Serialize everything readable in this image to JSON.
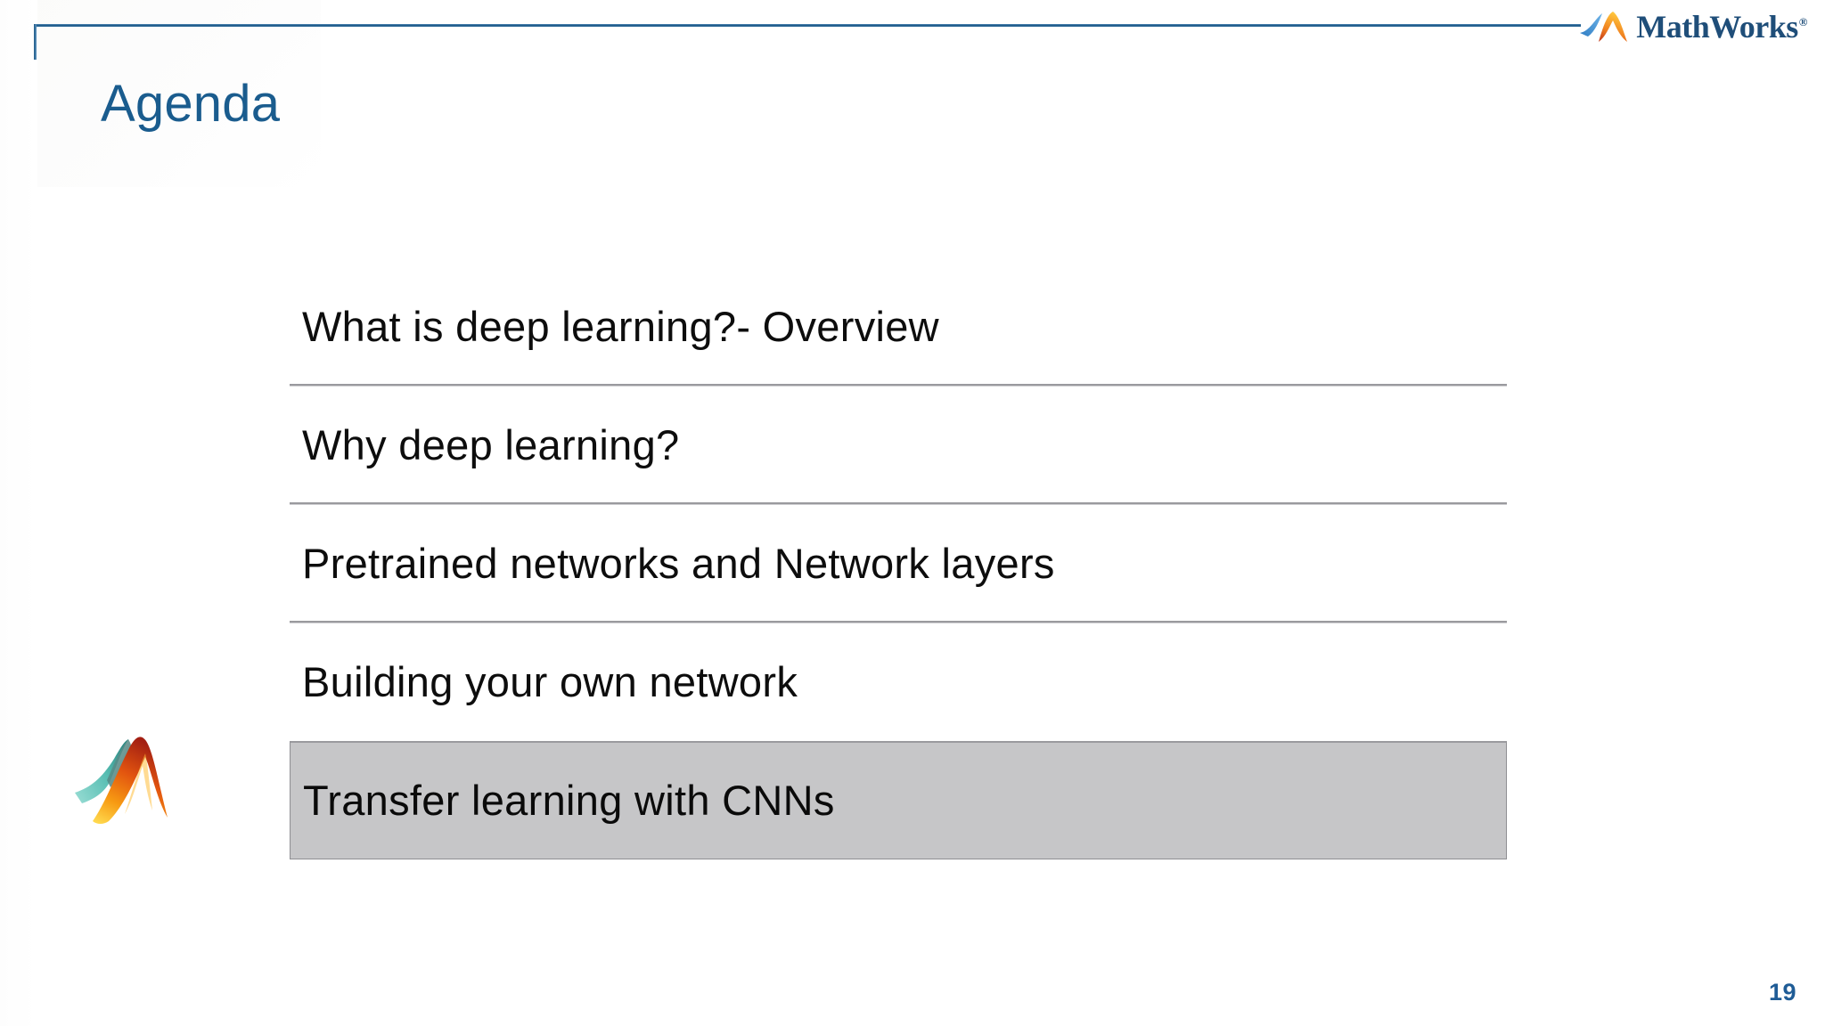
{
  "slide": {
    "title": "Agenda",
    "page_number": "19",
    "title_color": "#1a5c8e",
    "accent_rule_color": "#1d5886",
    "highlight_background": "#c6c6c8",
    "page_number_color": "#1f5c96"
  },
  "brand": {
    "logo_name": "mathworks-logo",
    "wordmark": "MathWorks",
    "registered_mark": "®",
    "membrane_icon": "matlab-membrane-icon",
    "membrane_colors": {
      "teal": "#4ec3b8",
      "orange": "#f07e26",
      "red": "#b52a1c",
      "yellow": "#ffd24a"
    }
  },
  "agenda": {
    "items": [
      {
        "label": "What is deep learning?- Overview",
        "current": false
      },
      {
        "label": "Why deep learning?",
        "current": false
      },
      {
        "label": "Pretrained networks and Network layers",
        "current": false
      },
      {
        "label": "Building your own network",
        "current": false
      },
      {
        "label": "Transfer learning with CNNs",
        "current": true
      }
    ]
  }
}
